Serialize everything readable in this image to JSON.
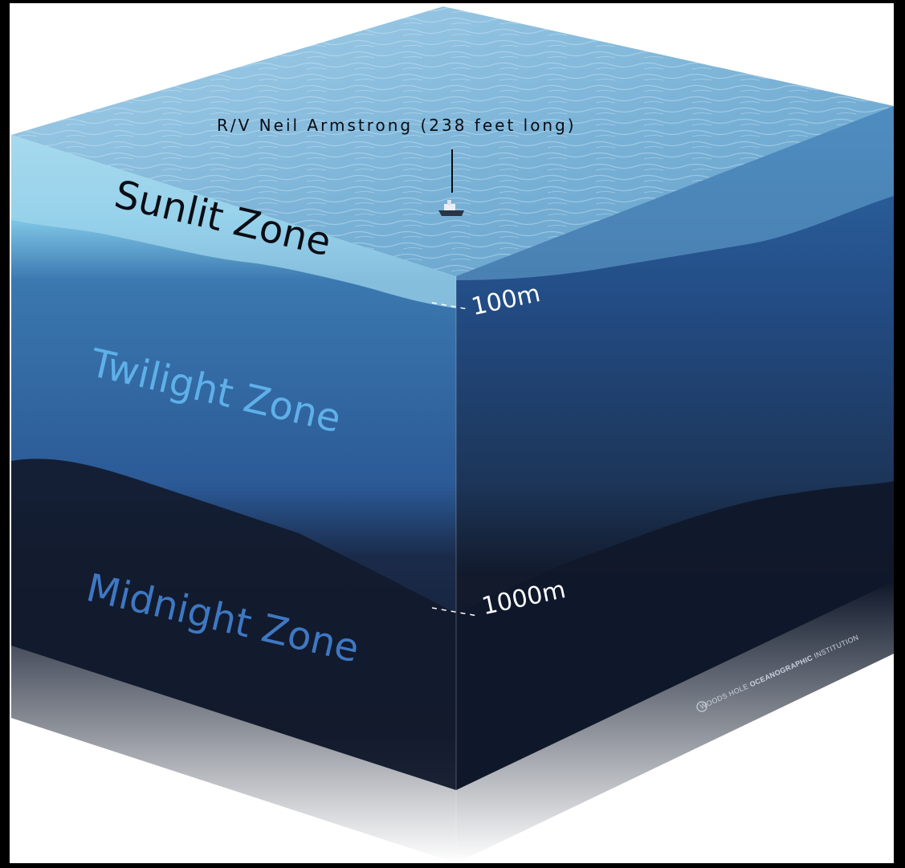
{
  "ship_label": "R/V Neil Armstrong (238 feet long)",
  "zones": {
    "sunlit": "Sunlit Zone",
    "twilight": "Twilight Zone",
    "midnight": "Midnight Zone"
  },
  "depths": {
    "d100": "100m",
    "d1000": "1000m"
  },
  "credit": {
    "prefix": "WOODS HOLE ",
    "bold": "OCEANOGRAPHIC",
    "suffix": " INSTITUTION"
  },
  "colors": {
    "surface": "#7fb6d9",
    "sunlit": "#a9dcef",
    "twilight": "#2c5591",
    "midnight": "#111a2c",
    "sunlit_label": "#0a0d14",
    "twilight_label": "#5fb0e8",
    "midnight_label": "#3e78c3"
  }
}
